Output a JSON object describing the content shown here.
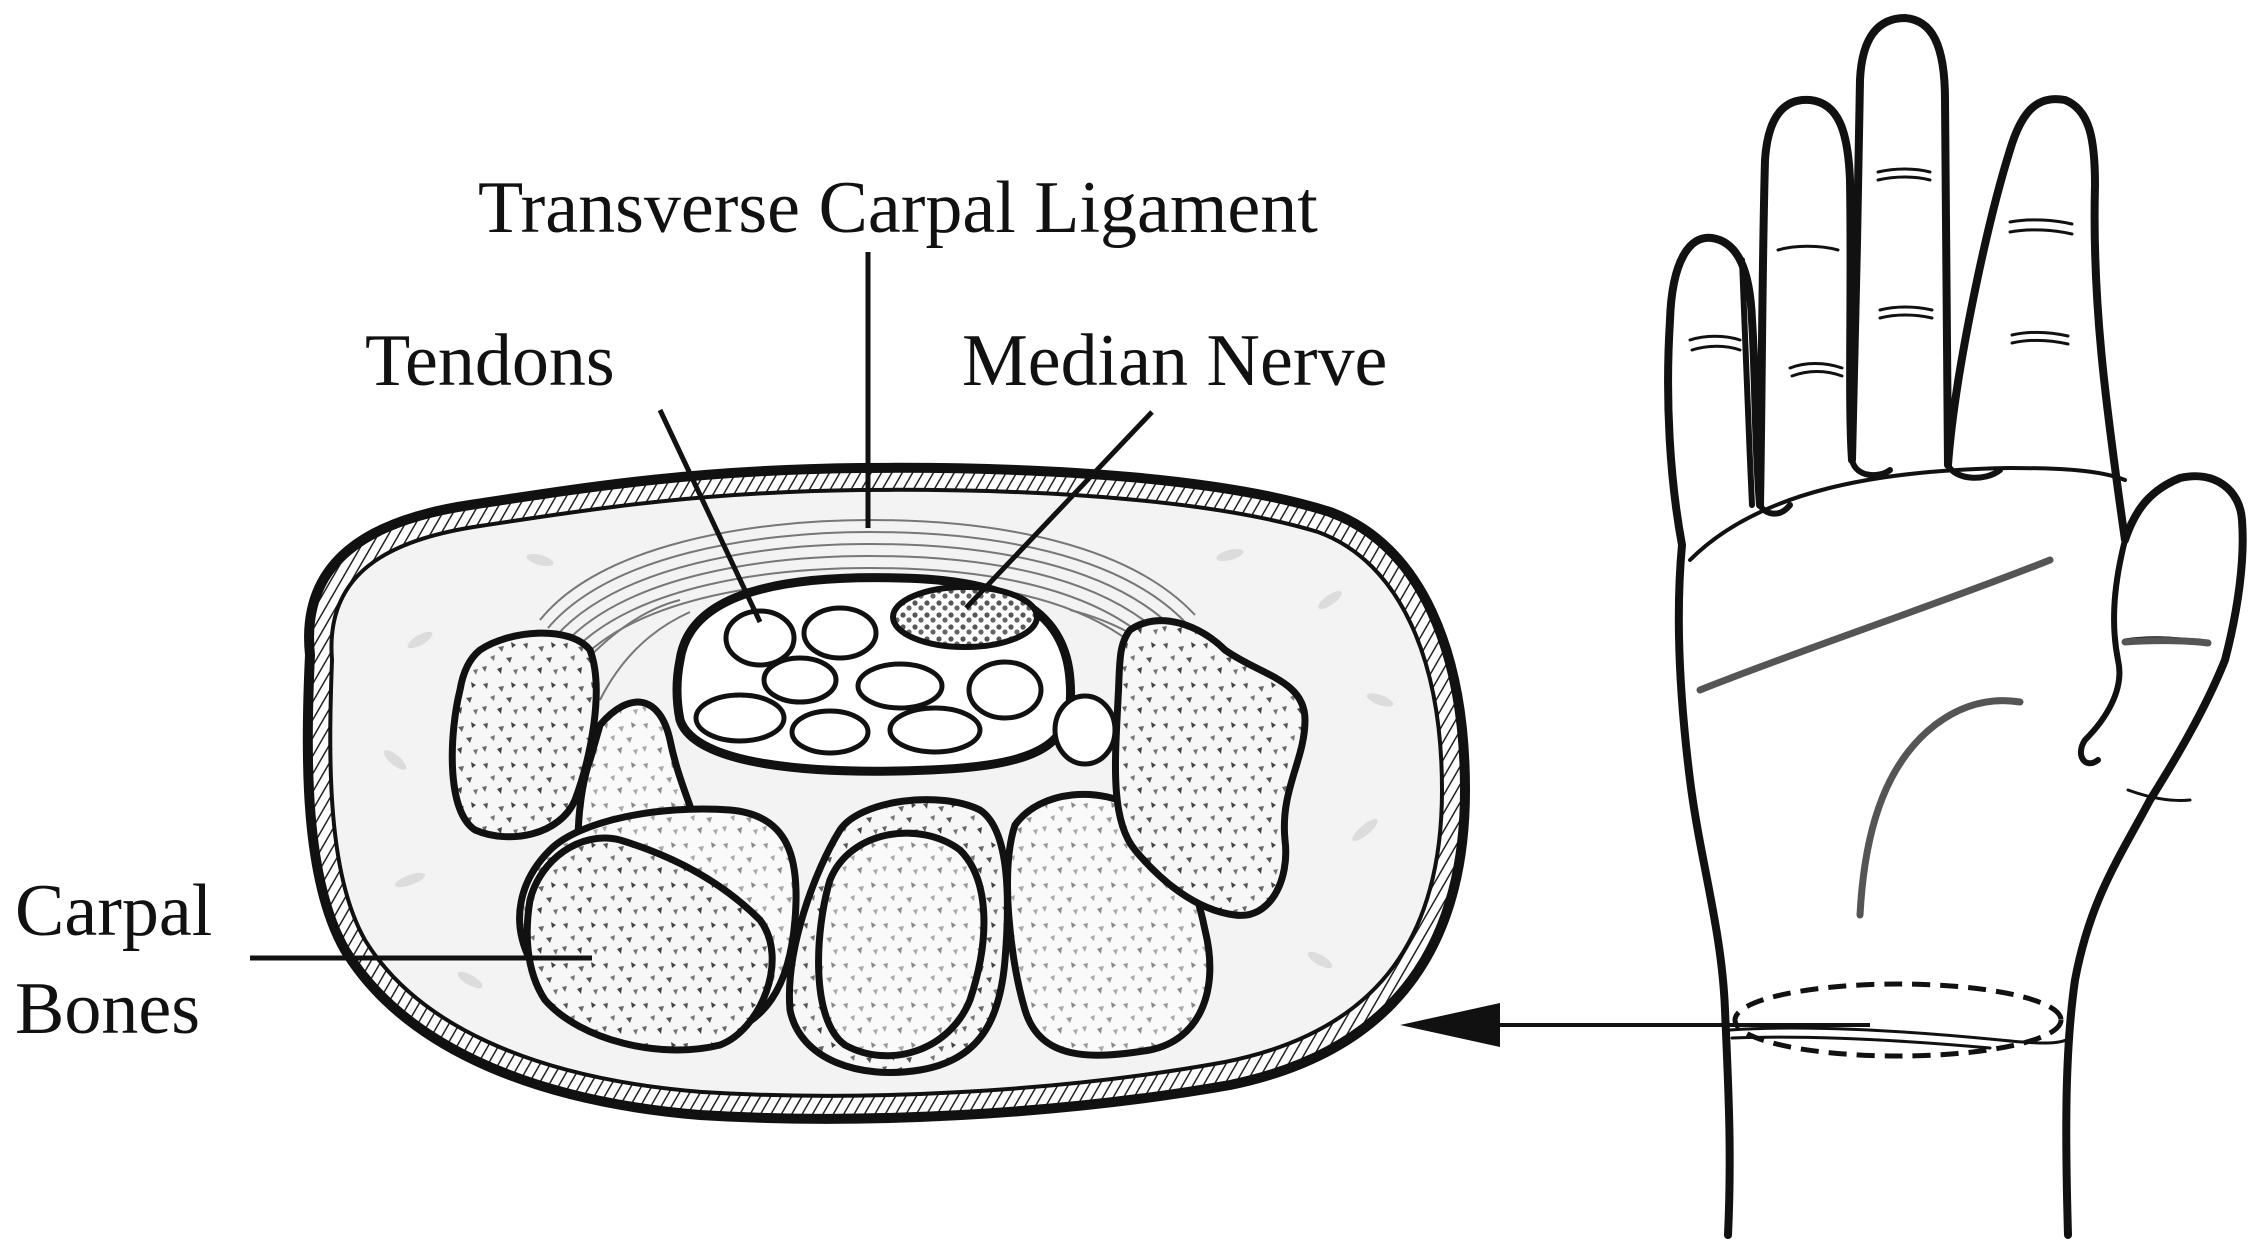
{
  "labels": {
    "ligament": "Transverse Carpal Ligament",
    "tendons": "Tendons",
    "median_nerve": "Median Nerve",
    "carpal_line1": "Carpal",
    "carpal_line2": "Bones"
  },
  "colors": {
    "ink": "#111111",
    "tissue": "#f3f3f3",
    "palm_line": "#555555",
    "speckle": "#555555"
  }
}
